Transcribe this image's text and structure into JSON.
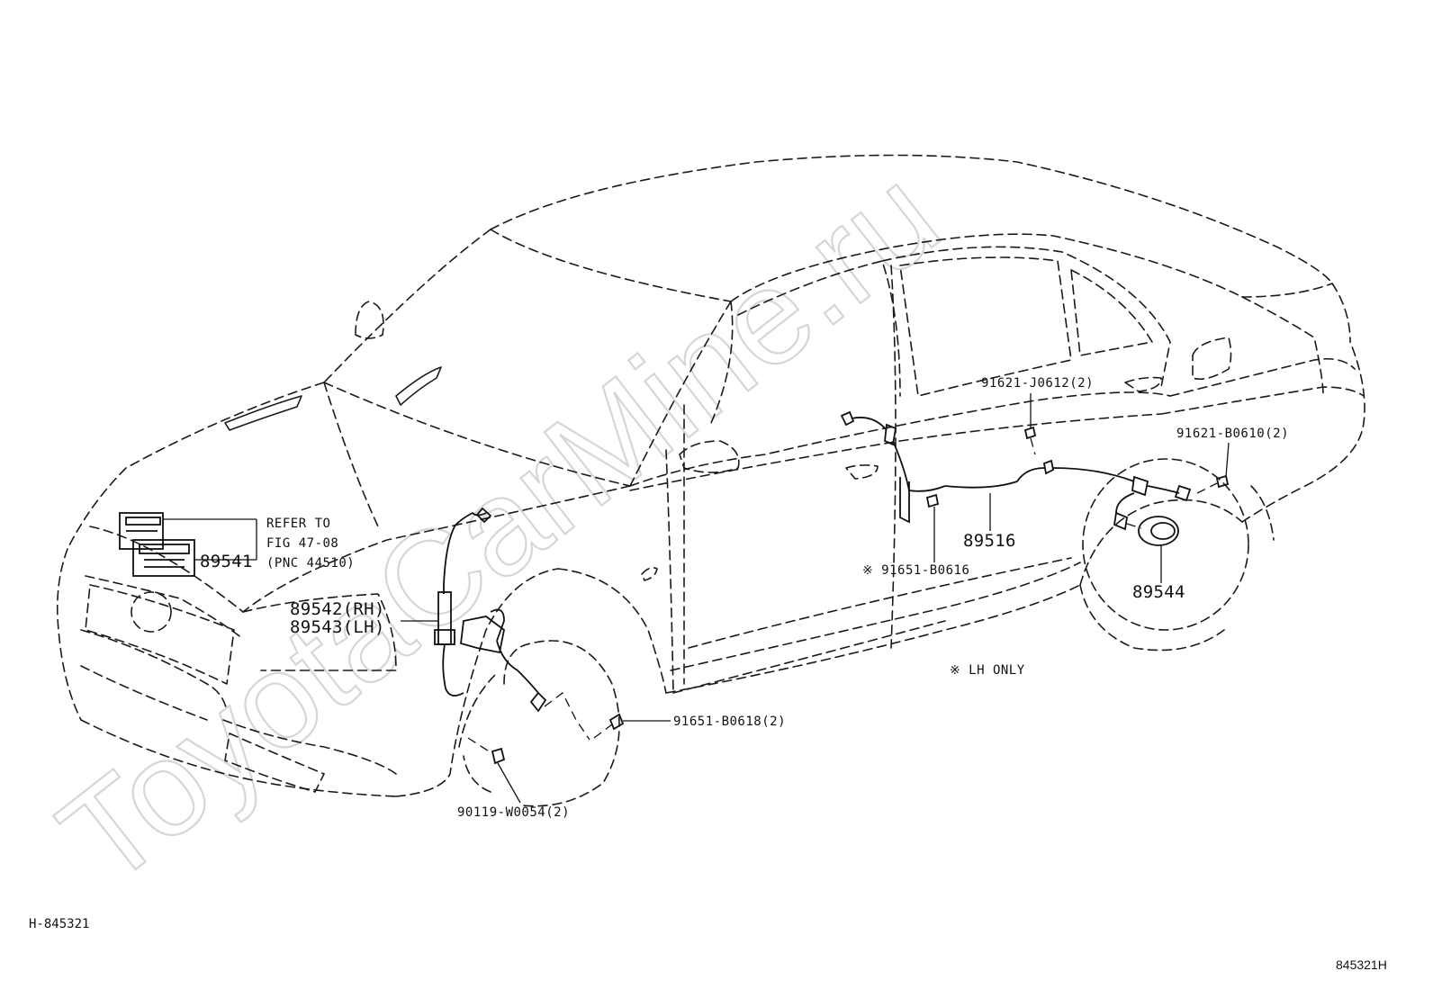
{
  "watermark": "ToyotaCarMine.ru",
  "footer": {
    "left_code": "H-845321",
    "right_code": "845321H"
  },
  "labels": {
    "refer_line1": "REFER TO",
    "refer_line2": "FIG 47-08",
    "refer_line3": "(PNC 44510)",
    "p89541": "89541",
    "p89542": "89542(RH)",
    "p89543": "89543(LH)",
    "p91651_0618": "91651-B0618(2)",
    "p90119": "90119-W0054(2)",
    "p91621_j0612": "91621-J0612(2)",
    "p91621_b0610": "91621-B0610(2)",
    "p89516": "89516",
    "p91651_0616": "※ 91651-B0616",
    "p89544": "89544",
    "note_lh": "※  LH ONLY"
  }
}
